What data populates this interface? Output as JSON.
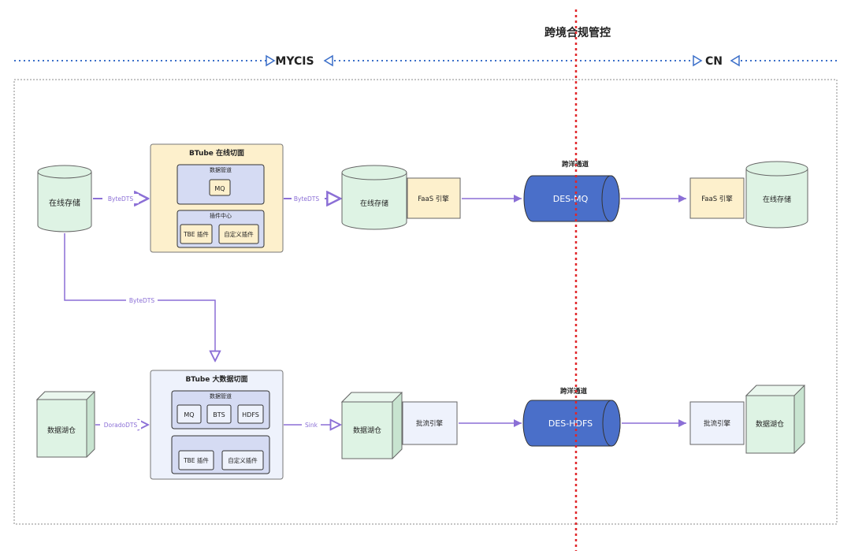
{
  "header": {
    "title": "跨境合规管控",
    "region_left": "MYCIS",
    "region_right": "CN"
  },
  "top_row": {
    "source": "在线存储",
    "link_in": "ByteDTS",
    "btube_title": "BTube 在线切面",
    "pipeline_label": "数据管道",
    "pipeline_items": [
      "MQ"
    ],
    "plugin_label": "插件中心",
    "plugins": [
      "TBE 插件",
      "自定义插件"
    ],
    "link_out": "ByteDTS",
    "target_store": "在线存储",
    "engine": "FaaS 引擎",
    "channel_label": "跨洋通道",
    "channel": "DES-MQ",
    "cn_engine": "FaaS 引擎",
    "cn_store": "在线存储"
  },
  "vertical_link": "ByteDTS",
  "bottom_row": {
    "source": "数据湖仓",
    "link_in": "DoradoDTS",
    "btube_title": "BTube 大数据切面",
    "pipeline_label": "数据管道",
    "pipeline_items": [
      "MQ",
      "BTS",
      "HDFS"
    ],
    "plugins": [
      "TBE 插件",
      "自定义插件"
    ],
    "link_out": "Sink",
    "target_store": "数据湖仓",
    "engine": "批流引擎",
    "channel_label": "跨洋通道",
    "channel": "DES-HDFS",
    "cn_engine": "批流引擎",
    "cn_store": "数据湖仓"
  },
  "colors": {
    "arrow": "#8b6fd6",
    "region_line": "#3b6fc9",
    "border_red": "#e0272a",
    "btube_top_fill": "#fdf0cc",
    "btube_bottom_fill": "#eef2fc",
    "pipeline_fill": "#d5dbf3",
    "plugin_fill": "#fdf0cc",
    "storage_fill": "#def3e4",
    "engine_fill": "#fdf0cc",
    "batch_fill": "#eef2fc",
    "channel_fill": "#4a6fc9"
  }
}
